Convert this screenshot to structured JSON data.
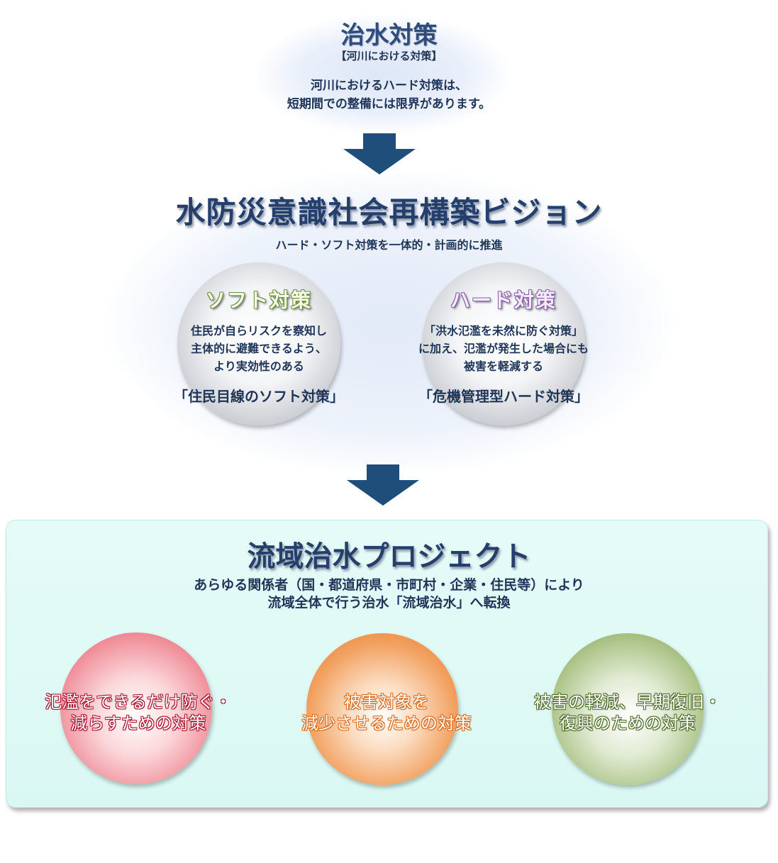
{
  "top": {
    "title": "治水対策",
    "subtitle": "【河川における対策】",
    "description": [
      "河川におけるハード対策は、",
      "短期間での整備には限界があります。"
    ]
  },
  "vision": {
    "title": "水防災意識社会再構築ビジョン",
    "subtitle": "ハード・ソフト対策を一体的・計画的に推進",
    "soft": {
      "title": "ソフト対策",
      "description": [
        "住民が自らリスクを察知し",
        "主体的に避難できるよう、",
        "より実効性のある"
      ],
      "emphasis": "「住民目線のソフト対策」"
    },
    "hard": {
      "title": "ハード対策",
      "description": [
        "「洪水氾濫を未然に防ぐ対策」",
        "に加え、氾濫が発生した場合にも",
        "被害を軽減する"
      ],
      "emphasis": "「危機管理型ハード対策」"
    }
  },
  "project": {
    "title": "流域治水プロジェクト",
    "description": [
      "あらゆる関係者（国・都道府県・市町村・企業・住民等）により",
      "流域全体で行う治水「流域治水」へ転換"
    ],
    "measures": [
      {
        "lines": [
          "氾濫をできるだけ防ぐ・",
          "減らすための対策"
        ]
      },
      {
        "lines": [
          "被害対象を",
          "減少させるための対策"
        ]
      },
      {
        "lines": [
          "被害の軽減、早期復旧・",
          "復興のための対策"
        ]
      }
    ]
  },
  "colors": {
    "navy_text": "#1f3558",
    "arrow": "#1f4e7a",
    "panel": "#dcf8f4",
    "red": "#e05568",
    "orange": "#e9762a",
    "green": "#7f9e56"
  }
}
